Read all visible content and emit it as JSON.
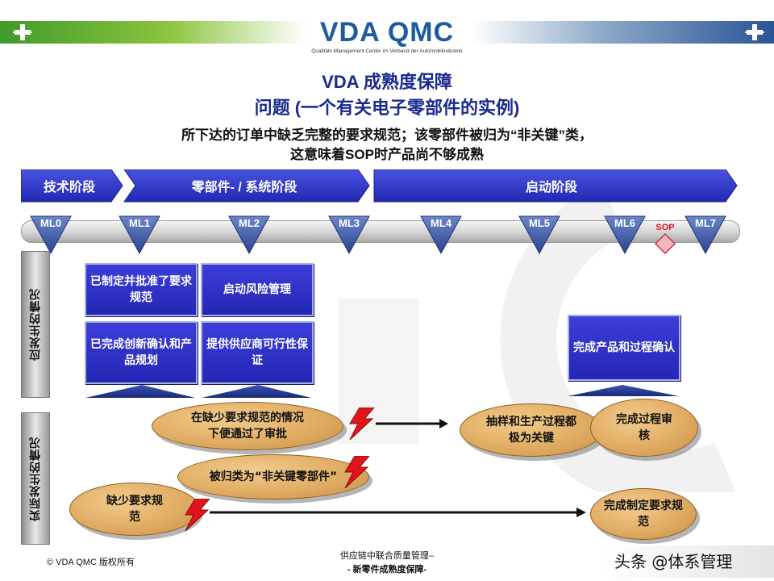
{
  "header": {
    "logo_main": "VDA QMC",
    "logo_sub": "Qualitäts Management Center im Verband der Automobilindustrie"
  },
  "title": {
    "line1": "VDA 成熟度保障",
    "line2": "问题 (一个有关电子零部件的实例)",
    "line3": "所下达的订单中缺乏完整的要求规范；该零部件被归为“非关键”类，",
    "line4": "这意味着SOP时产品尚不够成熟"
  },
  "phases": [
    "技术阶段",
    "零部件- / 系统阶段",
    "启动阶段"
  ],
  "milestones": [
    "ML0",
    "ML1",
    "ML2",
    "ML3",
    "ML4",
    "ML5",
    "ML6",
    "ML7"
  ],
  "sop_label": "SOP",
  "side_labels": {
    "should": "应发生的情况",
    "actual": "实际发生的情况"
  },
  "should_boxes": {
    "b1": "已制定并批准了要求规范",
    "b2": "启动风险管理",
    "b3": "已完成创新确认和产品规划",
    "b4": "提供供应商可行性保证",
    "b5": "完成产品和过程确认"
  },
  "clouds": {
    "c1": "在缺少要求规范的情况下便通过了审批",
    "c2": "被归类为“非关键零部件”",
    "c3": "缺少要求规范",
    "c4": "抽样和生产过程都极为关键",
    "c5": "完成过程审核",
    "c6": "完成制定要求规范"
  },
  "footer": {
    "copyright": "© VDA QMC 版权所有",
    "center_line1": "供应链中联合质量管理–",
    "center_line2": "- 新零件成熟度保障-",
    "watermark": "头条 @体系管理"
  },
  "colors": {
    "phase_blue": "#2e34c8",
    "box_blue": "#2a2cc0",
    "milestone_blue": "#3a55a8",
    "cloud_orange": "#e0ac63",
    "lightning_red": "#e0141a",
    "header_green": "#3f9a2a",
    "header_blue": "#2a5496"
  }
}
